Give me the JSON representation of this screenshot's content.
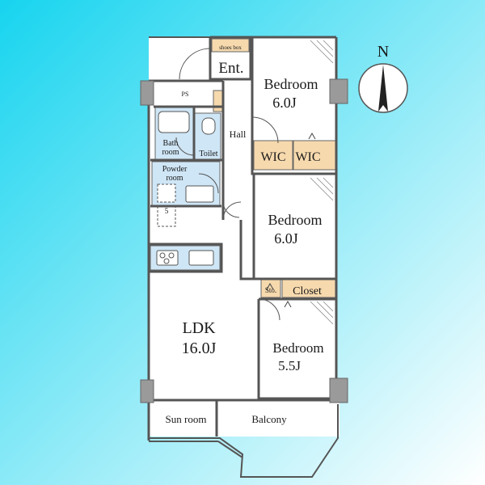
{
  "colors": {
    "background_start": "#17d4ef",
    "background_end": "#ffffff",
    "wall": "#555555",
    "pillar": "#9a9a9a",
    "storage": "#f6d9ad",
    "wet_area": "#cfe6f6",
    "floor": "#ffffff"
  },
  "compass": {
    "north_label": "N"
  },
  "rooms": {
    "entrance": "Ent.",
    "shoes_box": "shoes box",
    "ps": "PS",
    "hall": "Hall",
    "bath": [
      "Bath",
      "room"
    ],
    "toilet": "Toilet",
    "powder": [
      "Powder",
      "room"
    ],
    "wic_1": "WIC",
    "wic_2": "WIC",
    "bedroom_1": {
      "name": "Bedroom",
      "size": "6.0J"
    },
    "bedroom_2": {
      "name": "Bedroom",
      "size": "6.0J"
    },
    "bedroom_3": {
      "name": "Bedroom",
      "size": "5.5J"
    },
    "storage": "Sto.",
    "closet": "Closet",
    "ldk": {
      "name": "LDK",
      "size": "16.0J"
    },
    "sun_room": "Sun room",
    "balcony": "Balcony",
    "mark_5": "5"
  }
}
